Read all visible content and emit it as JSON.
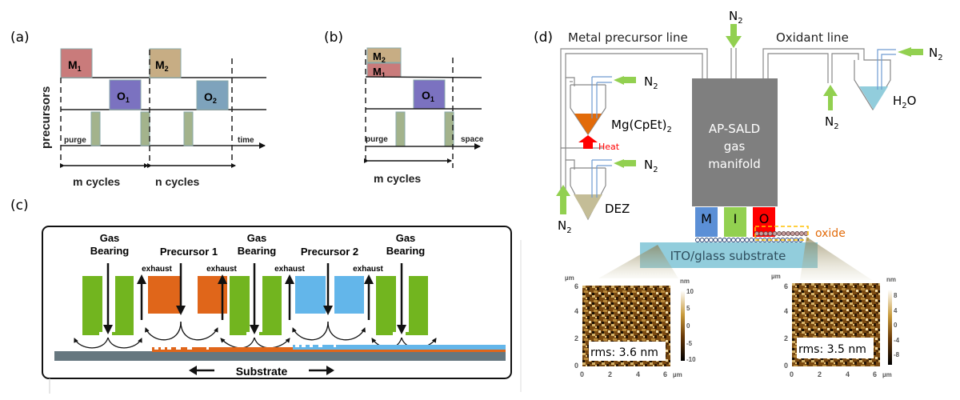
{
  "panel_a": {
    "label": "(a)",
    "y_axis_label": "precursors",
    "pulses": [
      {
        "name": "M",
        "sub": "1",
        "color": "#c97b7b"
      },
      {
        "name": "O",
        "sub": "1",
        "color": "#7b72c0"
      },
      {
        "name": "M",
        "sub": "2",
        "color": "#c7ad84"
      },
      {
        "name": "O",
        "sub": "2",
        "color": "#7ea3bc"
      }
    ],
    "purge_label": "purge",
    "axis_label": "time",
    "cycle_labels": [
      "m cycles",
      "n cycles"
    ],
    "purge_color": "#a3b38c"
  },
  "panel_b": {
    "label": "(b)",
    "pulses": [
      {
        "name": "M",
        "sub": "2",
        "color": "#c7ad84"
      },
      {
        "name": "M",
        "sub": "1",
        "color": "#c97b7b"
      },
      {
        "name": "O",
        "sub": "1",
        "color": "#7b72c0"
      }
    ],
    "purge_label": "purge",
    "axis_label": "space",
    "cycle_label": "m cycles"
  },
  "panel_c": {
    "label": "(c)",
    "heads": [
      {
        "line1": "Gas",
        "line2": "Bearing",
        "type": "bearing"
      },
      {
        "line1": "",
        "line2": "Precursor 1",
        "type": "precursor1"
      },
      {
        "line1": "Gas",
        "line2": "Bearing",
        "type": "bearing"
      },
      {
        "line1": "",
        "line2": "Precursor 2",
        "type": "precursor2"
      },
      {
        "line1": "Gas",
        "line2": "Bearing",
        "type": "bearing"
      }
    ],
    "exhaust_label": "exhaust",
    "substrate_label": "Substrate",
    "colors": {
      "bearing": "#72b51f",
      "precursor1": "#e0661a",
      "precursor2": "#63b6ea",
      "substrate": "#66777f"
    }
  },
  "panel_d": {
    "label": "(d)",
    "metal_line_label": "Metal precursor line",
    "oxidant_line_label": "Oxidant line",
    "n2": "N",
    "n2_sub": "2",
    "mg_precursor": "Mg(CpEt)",
    "mg_sub": "2",
    "heat_label": "Heat",
    "dez_label": "DEZ",
    "h2o_h": "H",
    "h2o_sub": "2",
    "h2o_o": "O",
    "manifold_lines": [
      "AP-SALD",
      "gas",
      "manifold"
    ],
    "channels": [
      {
        "label": "M",
        "color": "#5b8fd6"
      },
      {
        "label": "I",
        "color": "#92d050"
      },
      {
        "label": "O",
        "color": "#ff0000"
      }
    ],
    "oxide_label": "oxide",
    "substrate_label": "ITO/glass substrate",
    "colors": {
      "manifold": "#7f7f7f",
      "n2_arrow": "#92d050",
      "heat": "#ff0000",
      "mg": "#e26b0a",
      "dez": "#c4bd97",
      "h2o": "#92cddc",
      "substrate": "#92cddc",
      "oxide_text": "#e26b0a"
    }
  },
  "afm": [
    {
      "rms": "rms: 3.6 nm",
      "x_ticks": [
        "0",
        "2",
        "4",
        "6"
      ],
      "y_ticks": [
        "0",
        "2",
        "4",
        "6"
      ],
      "unit": "µm",
      "cbar_unit": "nm",
      "cbar_ticks": [
        "10",
        "5",
        "0",
        "-5",
        "-10"
      ]
    },
    {
      "rms": "rms: 3.5 nm",
      "x_ticks": [
        "0",
        "2",
        "4",
        "6"
      ],
      "y_ticks": [
        "0",
        "2",
        "4",
        "6"
      ],
      "unit": "µm",
      "cbar_unit": "nm",
      "cbar_ticks": [
        "8",
        "4",
        "0",
        "-4",
        "-8"
      ]
    }
  ]
}
